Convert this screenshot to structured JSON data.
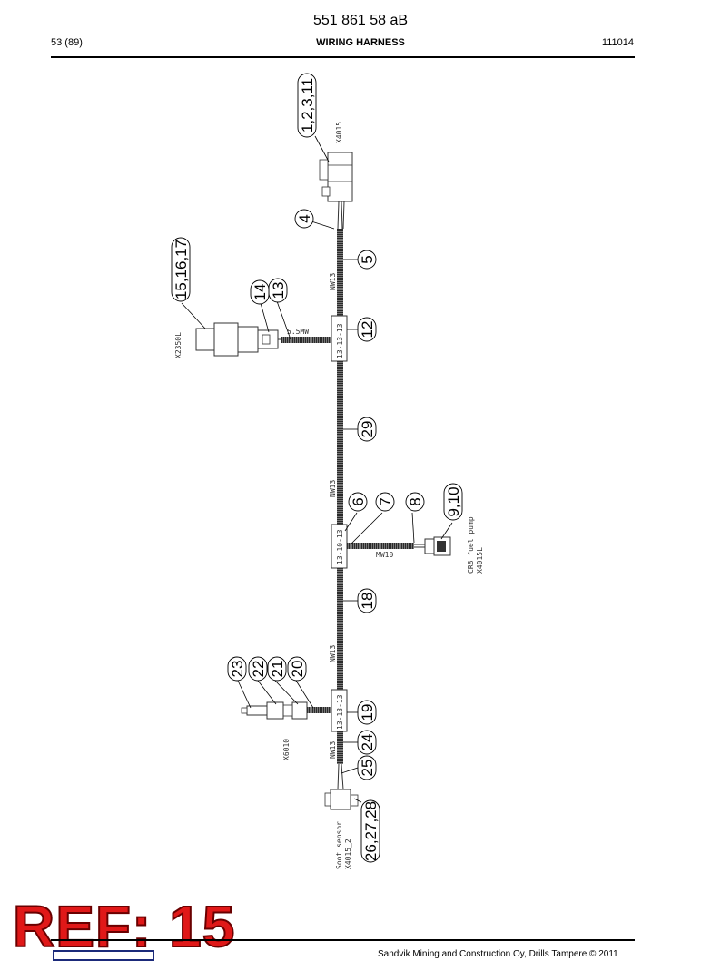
{
  "header": {
    "doc_number": "551 861 58 aB",
    "page": "53 (89)",
    "title": "WIRING HARNESS",
    "date_code": "111014"
  },
  "footer": {
    "copyright": "Sandvik Mining and Construction Oy, Drills Tampere © 2011",
    "ref_stamp": "REF: 15"
  },
  "callouts": {
    "c1": "1,2,3,11",
    "c4": "4",
    "c5": "5",
    "c12": "12",
    "c13": "13",
    "c14": "14",
    "c15": "15,16,17",
    "c29": "29",
    "c6": "6",
    "c7": "7",
    "c8": "8",
    "c9": "9,10",
    "c18": "18",
    "c19": "19",
    "c20": "20",
    "c21": "21",
    "c22": "22",
    "c23": "23",
    "c24": "24",
    "c25": "25",
    "c26": "26,27,28"
  },
  "labels": {
    "x4015": "X4015",
    "nw13_top": "NW13",
    "x2350": "X2350L",
    "branch_12": "13-13-13",
    "b_top": "5.5MW",
    "nw13_mid": "NW13",
    "branch_6": "13-10-13",
    "b_mid": "MW10",
    "fuel_pump": "CR8 fuel pump",
    "x4015l": "X4015L",
    "nw13_low": "NW13",
    "branch_19": "13-13-13",
    "x6010": "X6010",
    "nw13_bottom": "NW13",
    "soot_sensor": "Soot sensor",
    "x4015_2": "X4015_2"
  }
}
